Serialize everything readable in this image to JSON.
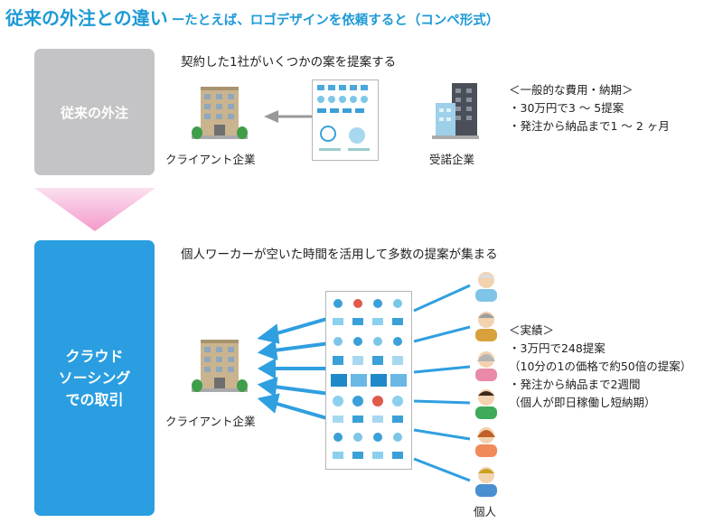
{
  "title": {
    "main": "従来の外注との違い",
    "sub": "ーたとえば、ロゴデザインを依頼すると（コンペ形式）"
  },
  "old_method": {
    "label": "従来の外注",
    "description": "契約した1社がいくつかの案を提案する",
    "client_label": "クライアント企業",
    "contractor_label": "受諾企業",
    "info_heading": "＜一般的な費用・納期＞",
    "info_items": [
      "・30万円で3 ～ 5提案",
      "・発注から納品まで1 ～ 2 ヶ月"
    ]
  },
  "new_method": {
    "label_lines": [
      "クラウド",
      "ソーシング",
      "での取引"
    ],
    "description": "個人ワーカーが空いた時間を活用して多数の提案が集まる",
    "client_label": "クライアント企業",
    "workers_label": "個人",
    "info_heading": "＜実績＞",
    "info_lines": [
      "・3万円で248提案",
      "（10分の1の価格で約50倍の提案）",
      "・発注から納品まで2週間",
      "（個人が即日稼働し短納期）"
    ]
  },
  "colors": {
    "accent": "#1e9ad6",
    "old_box": "#c4c4c6",
    "new_box": "#2a9ee0",
    "flow_arrow": "#f7bfdc",
    "gray_arrow": "#999999",
    "blue_arrow": "#2f9fe0"
  },
  "icons": [
    "office-building-icon",
    "document-sheet-icon",
    "person-icon",
    "down-arrow-icon",
    "arrow-icon"
  ]
}
